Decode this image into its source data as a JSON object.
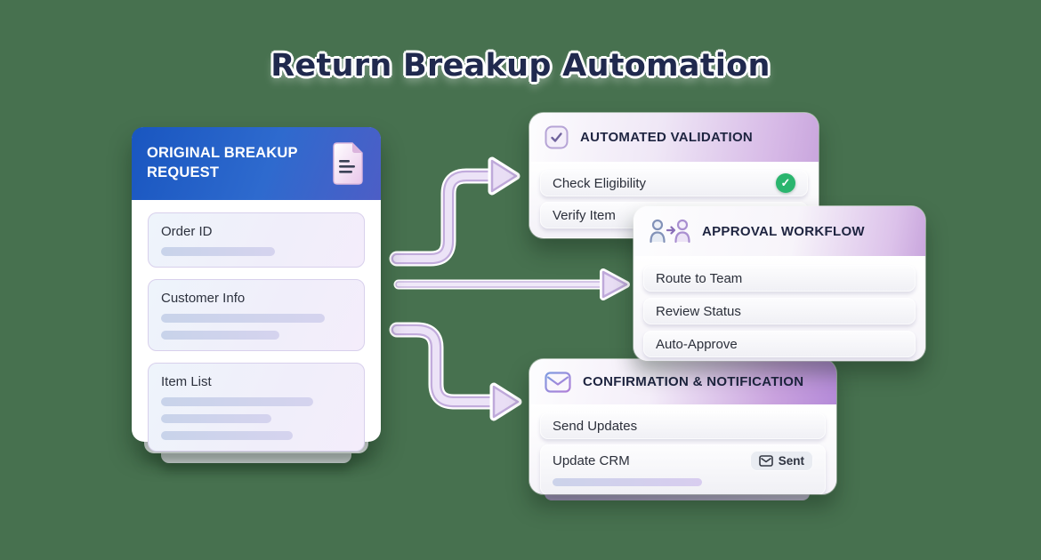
{
  "title": "Return Breakup Automation",
  "request_card": {
    "title": "ORIGINAL BREAKUP REQUEST",
    "icon": "document-icon",
    "fields": [
      {
        "label": "Order ID"
      },
      {
        "label": "Customer Info"
      },
      {
        "label": "Item List"
      }
    ]
  },
  "validation_card": {
    "title": "AUTOMATED VALIDATION",
    "icon": "checkbox-check-icon",
    "items": [
      "Check Eligibility",
      "Verify Item"
    ],
    "status_icon": "check-circle-icon",
    "check_glyph": "✓"
  },
  "approval_card": {
    "title": "APPROVAL WORKFLOW",
    "icon": "people-handoff-icon",
    "items": [
      "Route to Team",
      "Review Status",
      "Auto-Approve"
    ]
  },
  "confirmation_card": {
    "title": "CONFIRMATION & NOTIFICATION",
    "icon": "mail-icon",
    "items": [
      "Send Updates",
      "Update CRM"
    ],
    "sent_badge": "Sent"
  },
  "colors": {
    "background": "#47714f",
    "header_blue": "#1f5fc6",
    "accent_purple": "#b48ad8",
    "success_green": "#2ab56e",
    "title_navy": "#20294e",
    "arrow_lavender": "#e9def5"
  }
}
